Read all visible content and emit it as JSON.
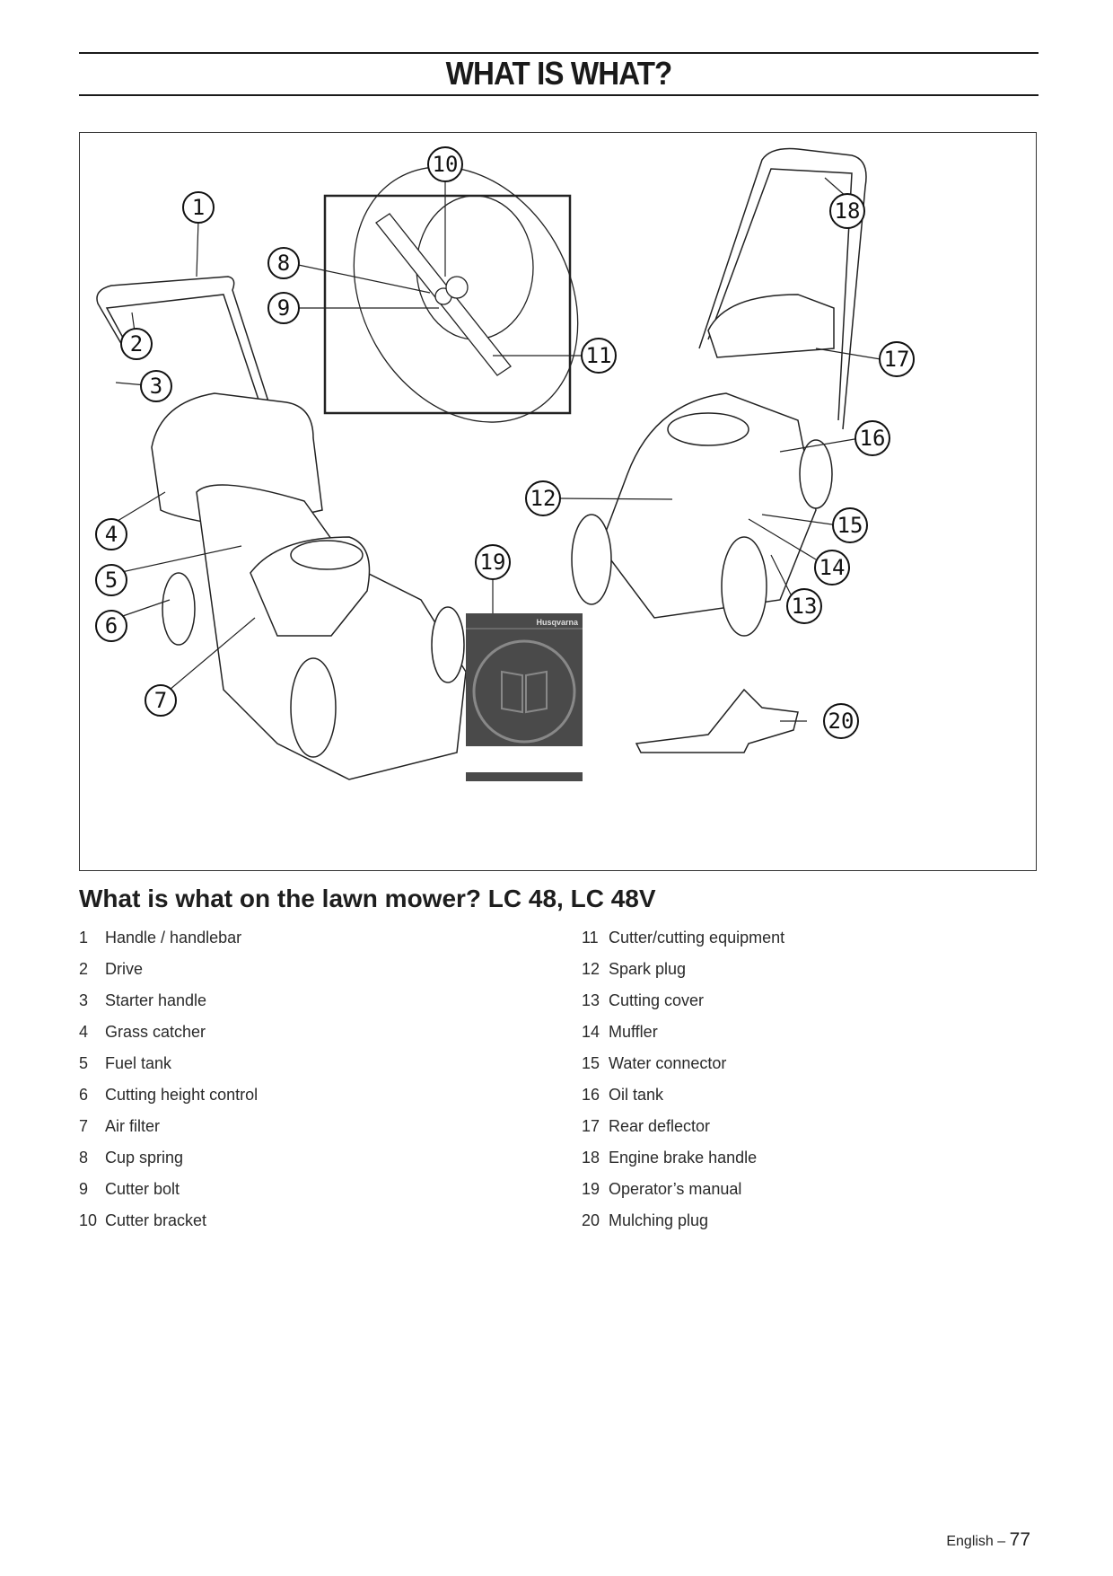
{
  "header": {
    "title": "WHAT IS WHAT?"
  },
  "figure": {
    "callouts": [
      "1",
      "2",
      "3",
      "4",
      "5",
      "6",
      "7",
      "8",
      "9",
      "10",
      "11",
      "12",
      "13",
      "14",
      "15",
      "16",
      "17",
      "18",
      "19",
      "20"
    ],
    "manual_brand": "Husqvarna"
  },
  "section": {
    "title": "What is what on the lawn mower? LC 48, LC 48V",
    "items_left": [
      {
        "num": "1",
        "label": "Handle / handlebar"
      },
      {
        "num": "2",
        "label": "Drive"
      },
      {
        "num": "3",
        "label": "Starter handle"
      },
      {
        "num": "4",
        "label": "Grass catcher"
      },
      {
        "num": "5",
        "label": "Fuel tank"
      },
      {
        "num": "6",
        "label": "Cutting height control"
      },
      {
        "num": "7",
        "label": "Air filter"
      },
      {
        "num": "8",
        "label": "Cup spring"
      },
      {
        "num": "9",
        "label": "Cutter bolt"
      },
      {
        "num": "10",
        "label": "Cutter bracket"
      }
    ],
    "items_right": [
      {
        "num": "11",
        "label": "Cutter/cutting equipment"
      },
      {
        "num": "12",
        "label": "Spark plug"
      },
      {
        "num": "13",
        "label": "Cutting cover"
      },
      {
        "num": "14",
        "label": "Muffler"
      },
      {
        "num": "15",
        "label": "Water connector"
      },
      {
        "num": "16",
        "label": "Oil tank"
      },
      {
        "num": "17",
        "label": "Rear deflector"
      },
      {
        "num": "18",
        "label": "Engine brake handle"
      },
      {
        "num": "19",
        "label": "Operator’s manual"
      },
      {
        "num": "20",
        "label": "Mulching plug"
      }
    ]
  },
  "footer": {
    "language": "English",
    "separator": "–",
    "page": "77"
  }
}
